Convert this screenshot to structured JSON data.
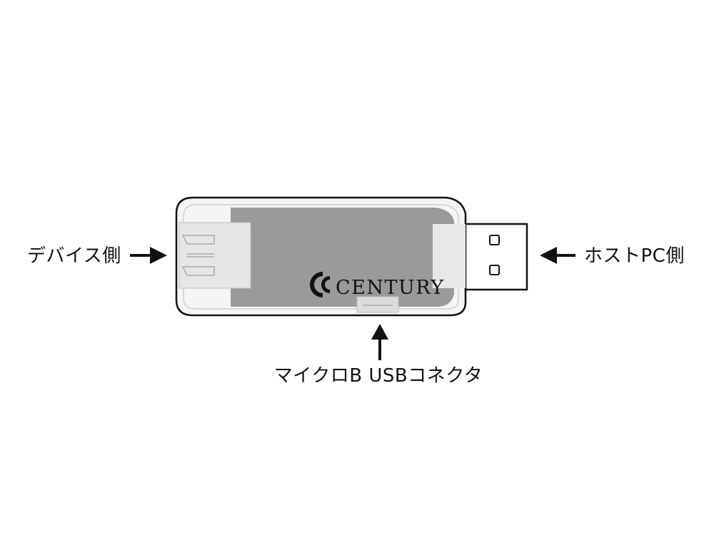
{
  "labels": {
    "device_side": "デバイス側",
    "host_side": "ホストPC側",
    "micro_usb": "マイクロB USBコネクタ"
  },
  "brand": {
    "name": "CENTURY"
  },
  "colors": {
    "body_fill": "#9a9a9a",
    "casing_fill": "#f4f4f4",
    "connector_fill": "#e8e8e8",
    "outline": "#111111"
  }
}
